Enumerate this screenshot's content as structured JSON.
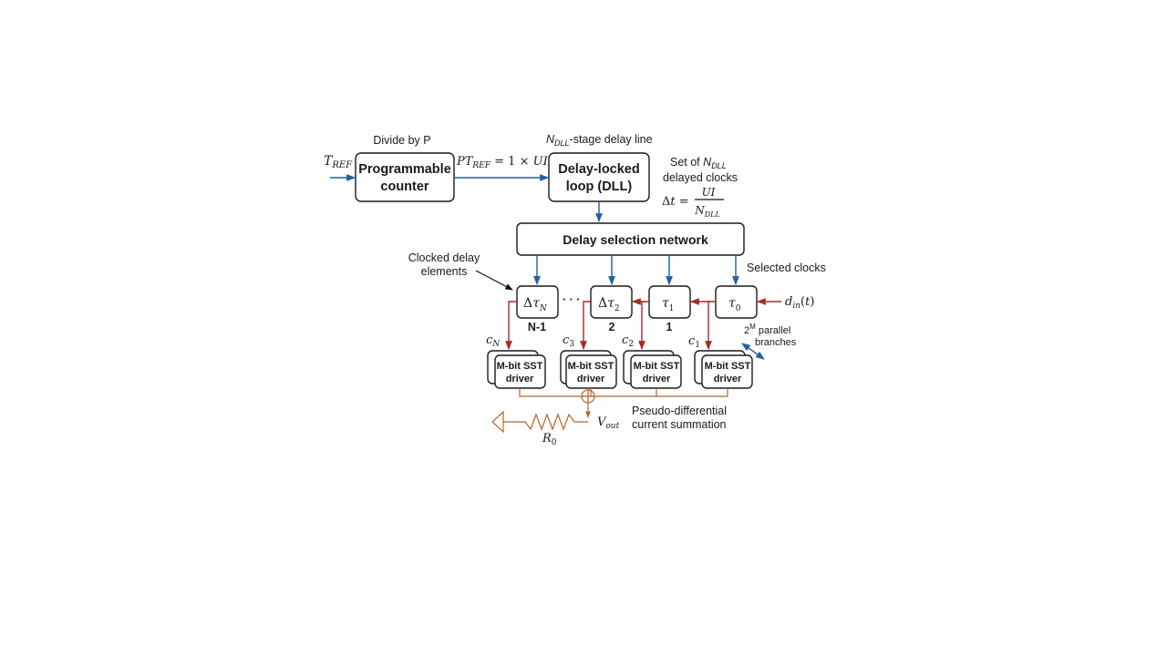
{
  "labels": {
    "divide_by": "Divide by P",
    "counter_line1": "Programmable",
    "counter_line2": "counter",
    "dll_stage": "-stage delay line",
    "dll_line1": "Delay-locked",
    "dll_line2": "loop (DLL)",
    "set_of": "Set of",
    "delayed_clocks": "delayed clocks",
    "selection_network": "Delay selection network",
    "clocked_delay_line1": "Clocked delay",
    "clocked_delay_line2": "elements",
    "selected_clocks": "Selected clocks",
    "parallel_line1": "parallel",
    "parallel_line2": "branches",
    "pseudo_line1": "Pseudo-differential",
    "pseudo_line2": "current summation",
    "ellipsis": "· · ·"
  },
  "stage_numbers": [
    "N-1",
    "2",
    "1"
  ],
  "drivers": [
    {
      "line1": "M-bit SST",
      "line2": "driver"
    },
    {
      "line1": "M-bit SST",
      "line2": "driver"
    },
    {
      "line1": "M-bit SST",
      "line2": "driver"
    },
    {
      "line1": "M-bit SST",
      "line2": "driver"
    }
  ],
  "colors": {
    "clock_path": "#1f5fa3",
    "data_path": "#a52a2a",
    "summation": "#b5652a"
  }
}
